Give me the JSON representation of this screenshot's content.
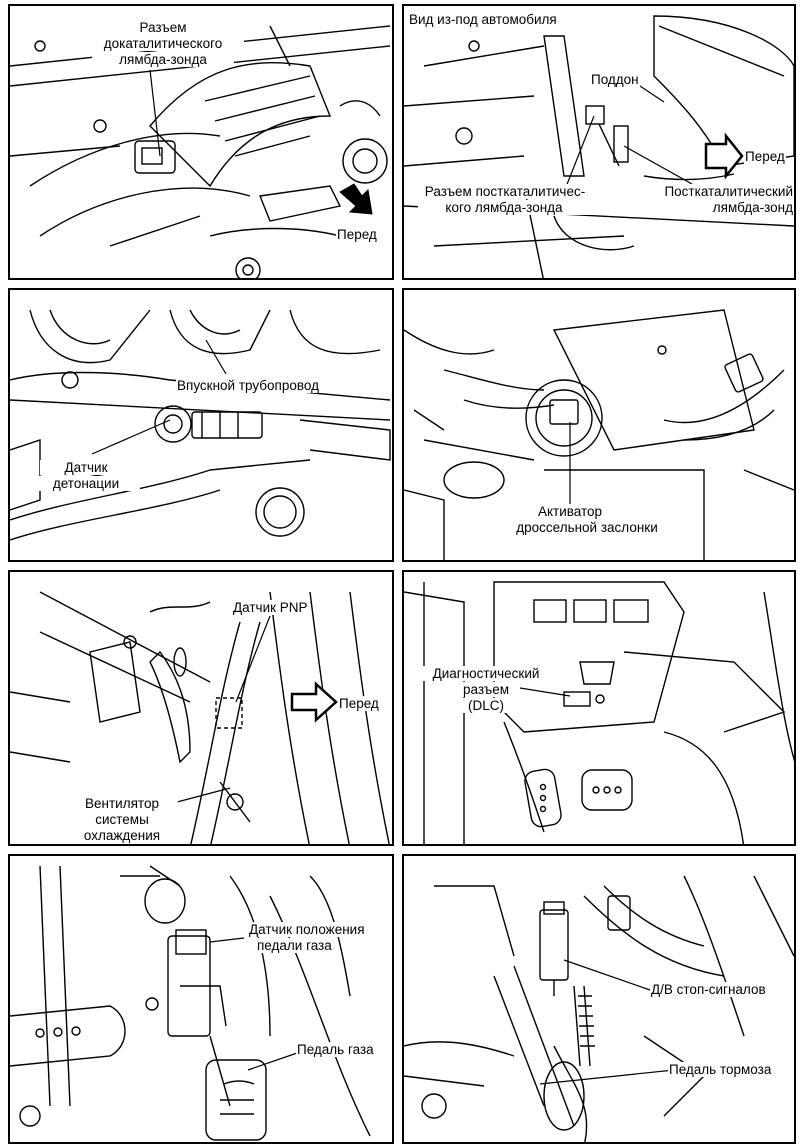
{
  "panels": {
    "p1": {
      "labels": [
        "Разъем",
        "докаталитического",
        "лямбда-зонда",
        "Перед"
      ]
    },
    "p2": {
      "labels": [
        "Вид из-под автомобиля",
        "Поддон",
        "Перед",
        "Разъем посткаталитичес-",
        "кого лямбда-зонда",
        "Посткаталитический",
        "лямбда-зонд"
      ]
    },
    "p3": {
      "labels": [
        "Впускной трубопровод",
        "Датчик",
        "детонации"
      ]
    },
    "p4": {
      "labels": [
        "Активатор",
        "дроссельной заслонки"
      ]
    },
    "p5": {
      "labels": [
        "Датчик PNP",
        "Перед",
        "Вентилятор",
        "системы",
        "охлаждения"
      ]
    },
    "p6": {
      "labels": [
        "Диагностический",
        "разъем",
        "(DLC)"
      ]
    },
    "p7": {
      "labels": [
        "Датчик положения",
        "педали газа",
        "Педаль газа"
      ]
    },
    "p8": {
      "labels": [
        "Д/В стоп-сигналов",
        "Педаль тормоза"
      ]
    }
  }
}
